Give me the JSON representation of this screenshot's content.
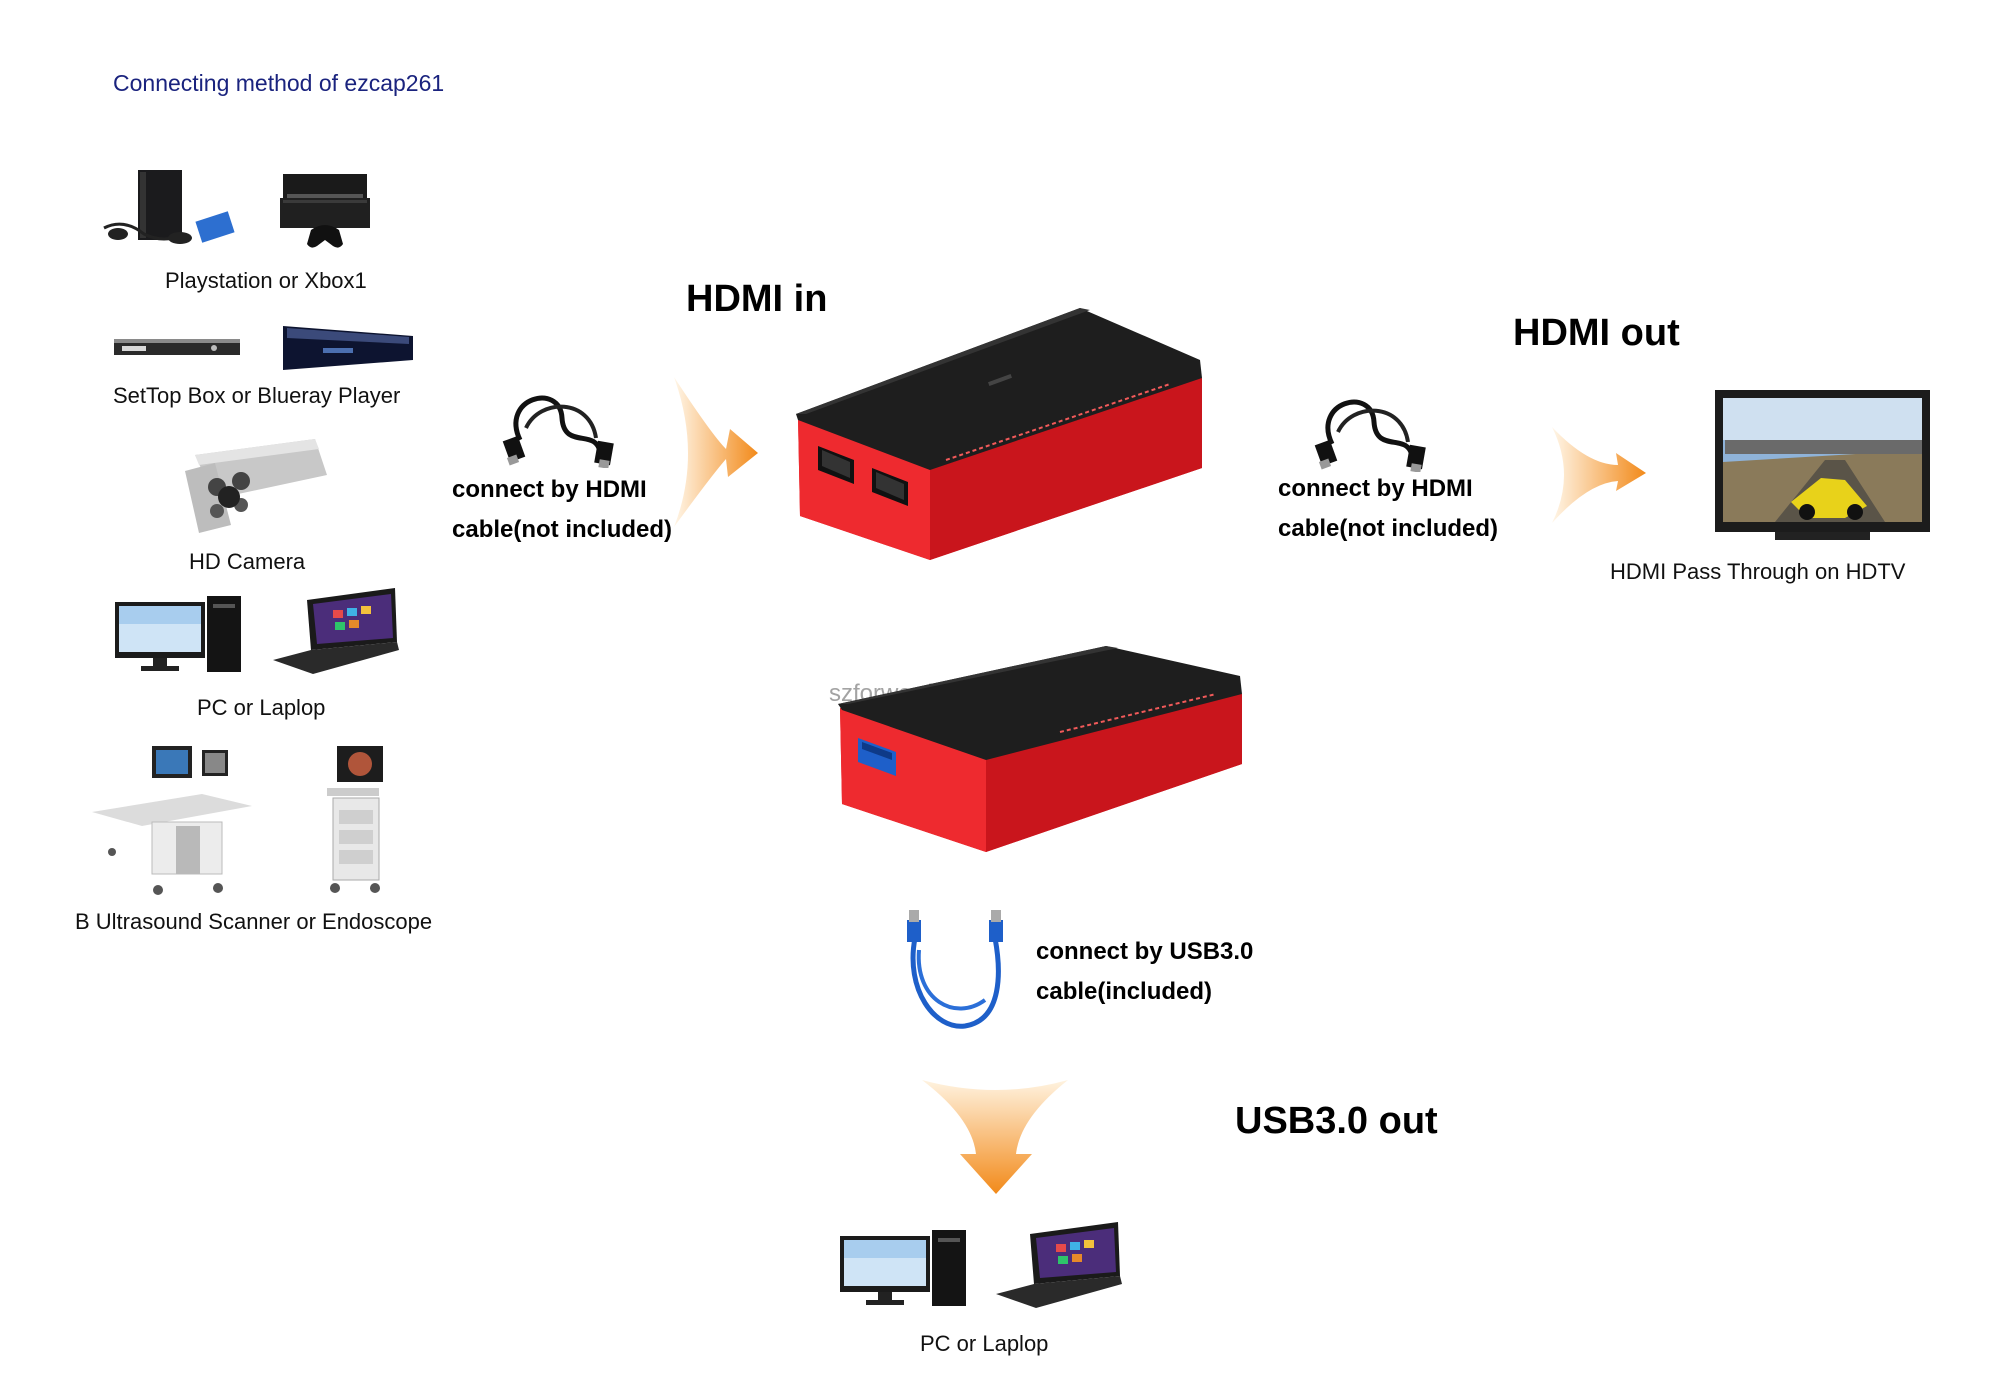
{
  "title": "Connecting method of ezcap261",
  "sources": {
    "console": "Playstation or Xbox1",
    "settop": "SetTop Box or Blueray Player",
    "camera": "HD Camera",
    "pc": "PC or Laplop",
    "medical": "B Ultrasound Scanner or Endoscope"
  },
  "hdmi_in": {
    "heading": "HDMI in",
    "cable_line1": "connect by HDMI",
    "cable_line2": "cable(not included)"
  },
  "hdmi_out": {
    "heading": "HDMI out",
    "cable_line1": "connect by HDMI",
    "cable_line2": "cable(not included)",
    "target": "HDMI Pass Through on HDTV"
  },
  "usb_out": {
    "heading": "USB3.0 out",
    "cable_line1": "connect by USB3.0",
    "cable_line2": "cable(included)",
    "target": "PC or Laplop"
  },
  "watermark": "szforwardvideo.en.alibaba.com",
  "colors": {
    "device_red": "#e31b23",
    "device_black": "#1e1e1e",
    "arrow_orange": "#f28a1a",
    "title_blue": "#1a237e",
    "usb_blue": "#1e5fc9"
  }
}
